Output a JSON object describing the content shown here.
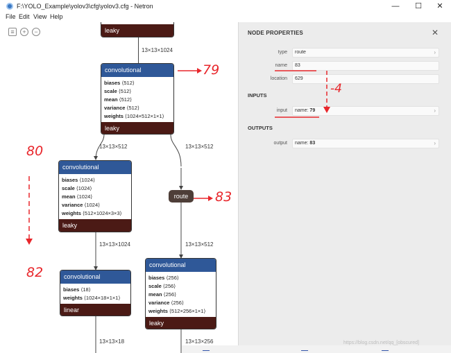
{
  "window": {
    "title": "F:\\YOLO_Example\\yolov3\\cfg\\yolov3.cfg - Netron",
    "minimize": "—",
    "maximize": "☐",
    "close": "✕"
  },
  "menu": {
    "file": "File",
    "edit": "Edit",
    "view": "View",
    "help": "Help"
  },
  "toolbar": {
    "menu_icon": "≡",
    "zoom_in_icon": "+",
    "zoom_out_icon": "−"
  },
  "graph": {
    "top_leaky": "leaky",
    "edge_top": "13×13×1024",
    "conv79": {
      "title": "convolutional",
      "attrs": [
        {
          "k": "biases",
          "v": "⟨512⟩"
        },
        {
          "k": "scale",
          "v": "⟨512⟩"
        },
        {
          "k": "mean",
          "v": "⟨512⟩"
        },
        {
          "k": "variance",
          "v": "⟨512⟩"
        },
        {
          "k": "weights",
          "v": "⟨1024×512×1×1⟩"
        }
      ],
      "activation": "leaky"
    },
    "edge_left_mid": "13×13×512",
    "edge_right_mid": "13×13×512",
    "conv80": {
      "title": "convolutional",
      "attrs": [
        {
          "k": "biases",
          "v": "⟨1024⟩"
        },
        {
          "k": "scale",
          "v": "⟨1024⟩"
        },
        {
          "k": "mean",
          "v": "⟨1024⟩"
        },
        {
          "k": "variance",
          "v": "⟨1024⟩"
        },
        {
          "k": "weights",
          "v": "⟨512×1024×3×3⟩"
        }
      ],
      "activation": "leaky"
    },
    "route_label": "route",
    "edge_left_low": "13×13×1024",
    "edge_right_low": "13×13×512",
    "conv82": {
      "title": "convolutional",
      "attrs": [
        {
          "k": "biases",
          "v": "⟨18⟩"
        },
        {
          "k": "weights",
          "v": "⟨1024×18×1×1⟩"
        }
      ],
      "activation": "linear"
    },
    "conv84": {
      "title": "convolutional",
      "attrs": [
        {
          "k": "biases",
          "v": "⟨256⟩"
        },
        {
          "k": "scale",
          "v": "⟨256⟩"
        },
        {
          "k": "mean",
          "v": "⟨256⟩"
        },
        {
          "k": "variance",
          "v": "⟨256⟩"
        },
        {
          "k": "weights",
          "v": "⟨512×256×1×1⟩"
        }
      ],
      "activation": "leaky"
    },
    "edge_left_bottom": "13×13×18",
    "edge_right_bottom": "13×13×256"
  },
  "annotations": {
    "a79": "79",
    "a80": "80",
    "a82": "82",
    "a83": "83",
    "minus4": "-4"
  },
  "panel": {
    "title": "NODE PROPERTIES",
    "close": "✕",
    "type_label": "type",
    "type_value": "route",
    "name_label": "name",
    "name_value": "83",
    "location_label": "location",
    "location_value": "629",
    "inputs_title": "INPUTS",
    "input_label": "input",
    "input_prefix": "name:",
    "input_value": "79",
    "outputs_title": "OUTPUTS",
    "output_label": "output",
    "output_prefix": "name:",
    "output_value": "83"
  },
  "watermark": "https://blog.csdn.net/qq_[obscured]",
  "colors": {
    "node_header": "#2f5898",
    "node_footer": "#4b1a15",
    "route_node": "#4e3e38",
    "annotation": "#e8262b",
    "panel_bg": "#ececec"
  }
}
